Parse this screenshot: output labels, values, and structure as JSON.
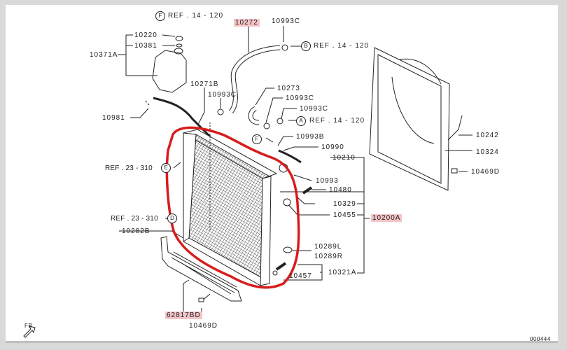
{
  "diagram": {
    "callouts": {
      "ref_f_top": {
        "letter": "F",
        "text": "REF . 14 - 120"
      },
      "ref_b": {
        "letter": "B",
        "text": "REF . 14 - 120"
      },
      "ref_a": {
        "letter": "A",
        "text": "REF . 14 - 120"
      },
      "ref_f_mid": {
        "letter": "F"
      },
      "ref_e": {
        "letter": "E",
        "text": "REF . 23 - 310"
      },
      "ref_d": {
        "letter": "D",
        "text": "REF . 23 - 310"
      }
    },
    "parts": {
      "p10272": "10272",
      "p10993c_top": "10993C",
      "p10220": "10220",
      "p10381": "10381",
      "p10371a": "10371A",
      "p10271b": "10271B",
      "p10993c_mid": "10993C",
      "p10273": "10273",
      "p10993c_a": "10993C",
      "p10993c_b": "10993C",
      "p10981": "10981",
      "p10993b": "10993B",
      "p10990": "10990",
      "p10210": "10210",
      "p10993": "10993",
      "p10480": "10480",
      "p10329": "10329",
      "p10455": "10455",
      "p10200a": "10200A",
      "p10282b": "10282B",
      "p10289l": "10289L",
      "p10289r": "10289R",
      "p10457": "10457",
      "p10321a": "10321A",
      "p62817bd": "62817BD",
      "p10469d_bottom": "10469D",
      "p10242": "10242",
      "p10324": "10324",
      "p10469d_right": "10469D"
    },
    "highlighted_parts": [
      "10272",
      "10200A",
      "62817BD"
    ],
    "front_indicator": "FR",
    "diagram_code": "000444",
    "colors": {
      "highlight": "#f4c4c6",
      "annotation": "#d81c1c",
      "line": "#222222"
    }
  }
}
